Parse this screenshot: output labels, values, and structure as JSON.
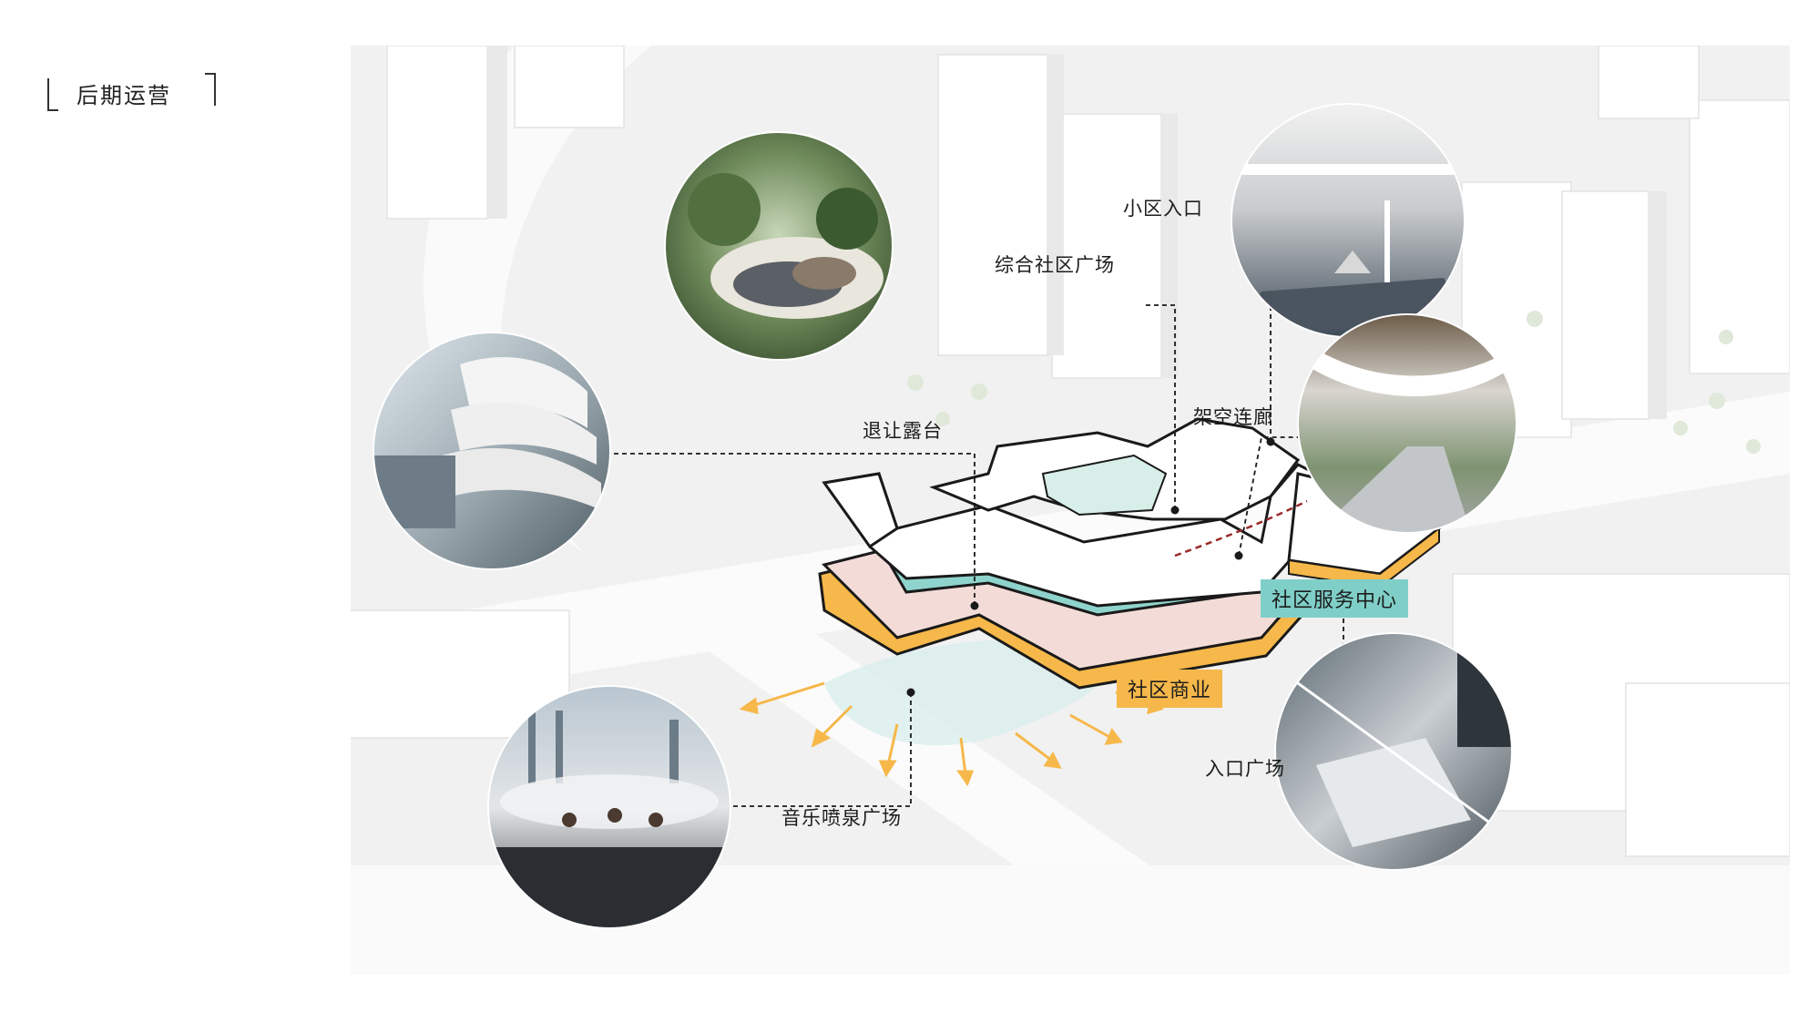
{
  "page": {
    "title": "后期运营"
  },
  "labels": {
    "community_plaza": "综合社区广场",
    "residential_entrance": "小区入口",
    "terrace": "退让露台",
    "corridor": "架空连廊",
    "service_center": "社区服务中心",
    "commercial": "社区商业",
    "entrance_plaza": "入口广场",
    "fountain_plaza": "音乐喷泉广场"
  },
  "colors": {
    "accent_teal": "#7fcfc8",
    "accent_orange": "#f6b84a",
    "leader_line": "#1a1a1a",
    "corridor_line": "#9a2a2a"
  }
}
